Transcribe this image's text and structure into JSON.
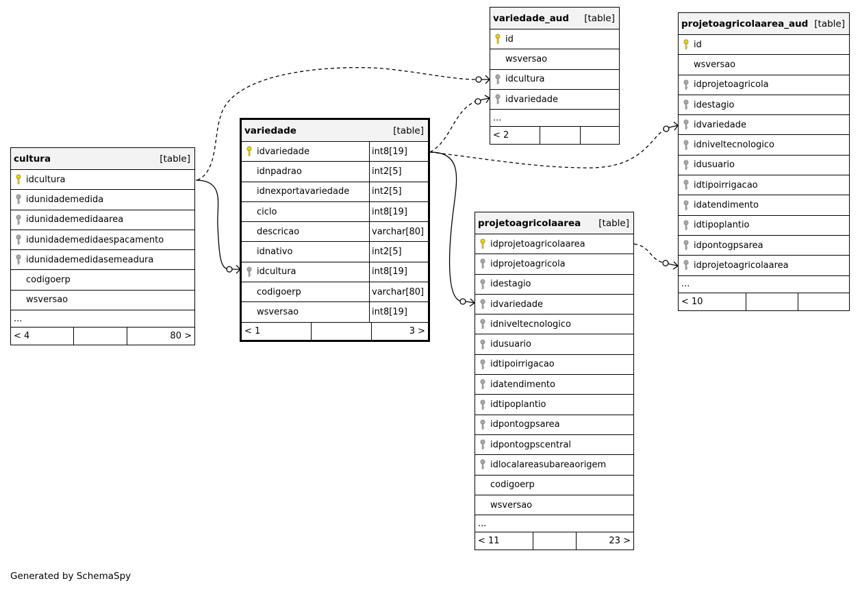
{
  "footer_text": "Generated by SchemaSpy",
  "colors": {
    "primary_key": "#e8d200",
    "foreign_key": "#a8a8a8",
    "header_bg": "#f3f3f3"
  },
  "tables": {
    "cultura": {
      "name": "cultura",
      "kind": "[table]",
      "columns": [
        {
          "name": "idcultura",
          "key": "pk"
        },
        {
          "name": "idunidademedida",
          "key": "fk"
        },
        {
          "name": "idunidademedidaarea",
          "key": "fk"
        },
        {
          "name": "idunidademedidaespacamento",
          "key": "fk"
        },
        {
          "name": "idunidademedidasemeadura",
          "key": "fk"
        },
        {
          "name": "codigoerp",
          "key": ""
        },
        {
          "name": "wsversao",
          "key": ""
        }
      ],
      "ellipsis": "...",
      "footer": [
        "< 4",
        "",
        "80 >"
      ]
    },
    "variedade": {
      "name": "variedade",
      "kind": "[table]",
      "columns": [
        {
          "name": "idvariedade",
          "type": "int8[19]",
          "key": "pk"
        },
        {
          "name": "idnpadrao",
          "type": "int2[5]",
          "key": ""
        },
        {
          "name": "idnexportavariedade",
          "type": "int2[5]",
          "key": ""
        },
        {
          "name": "ciclo",
          "type": "int8[19]",
          "key": ""
        },
        {
          "name": "descricao",
          "type": "varchar[80]",
          "key": ""
        },
        {
          "name": "idnativo",
          "type": "int2[5]",
          "key": ""
        },
        {
          "name": "idcultura",
          "type": "int8[19]",
          "key": "fk"
        },
        {
          "name": "codigoerp",
          "type": "varchar[80]",
          "key": ""
        },
        {
          "name": "wsversao",
          "type": "int8[19]",
          "key": ""
        }
      ],
      "footer": [
        "< 1",
        "",
        "3 >"
      ]
    },
    "variedade_aud": {
      "name": "variedade_aud",
      "kind": "[table]",
      "columns": [
        {
          "name": "id",
          "key": "pk"
        },
        {
          "name": "wsversao",
          "key": ""
        },
        {
          "name": "idcultura",
          "key": "fk"
        },
        {
          "name": "idvariedade",
          "key": "fk"
        }
      ],
      "ellipsis": "...",
      "footer": [
        "< 2",
        "",
        ""
      ]
    },
    "projetoagricolaarea": {
      "name": "projetoagricolaarea",
      "kind": "[table]",
      "columns": [
        {
          "name": "idprojetoagricolaarea",
          "key": "pk"
        },
        {
          "name": "idprojetoagricola",
          "key": "fk"
        },
        {
          "name": "idestagio",
          "key": "fk"
        },
        {
          "name": "idvariedade",
          "key": "fk"
        },
        {
          "name": "idniveltecnologico",
          "key": "fk"
        },
        {
          "name": "idusuario",
          "key": "fk"
        },
        {
          "name": "idtipoirrigacao",
          "key": "fk"
        },
        {
          "name": "idatendimento",
          "key": "fk"
        },
        {
          "name": "idtipoplantio",
          "key": "fk"
        },
        {
          "name": "idpontogpsarea",
          "key": "fk"
        },
        {
          "name": "idpontogpscentral",
          "key": "fk"
        },
        {
          "name": "idlocalareasubareaorigem",
          "key": "fk"
        },
        {
          "name": "codigoerp",
          "key": ""
        },
        {
          "name": "wsversao",
          "key": ""
        }
      ],
      "ellipsis": "...",
      "footer": [
        "< 11",
        "",
        "23 >"
      ]
    },
    "projetoagricolaarea_aud": {
      "name": "projetoagricolaarea_aud",
      "kind": "[table]",
      "columns": [
        {
          "name": "id",
          "key": "pk"
        },
        {
          "name": "wsversao",
          "key": ""
        },
        {
          "name": "idprojetoagricola",
          "key": "fk"
        },
        {
          "name": "idestagio",
          "key": "fk"
        },
        {
          "name": "idvariedade",
          "key": "fk"
        },
        {
          "name": "idniveltecnologico",
          "key": "fk"
        },
        {
          "name": "idusuario",
          "key": "fk"
        },
        {
          "name": "idtipoirrigacao",
          "key": "fk"
        },
        {
          "name": "idatendimento",
          "key": "fk"
        },
        {
          "name": "idtipoplantio",
          "key": "fk"
        },
        {
          "name": "idpontogpsarea",
          "key": "fk"
        },
        {
          "name": "idprojetoagricolaarea",
          "key": "fk"
        }
      ],
      "ellipsis": "...",
      "footer": [
        "< 10",
        "",
        ""
      ]
    }
  }
}
